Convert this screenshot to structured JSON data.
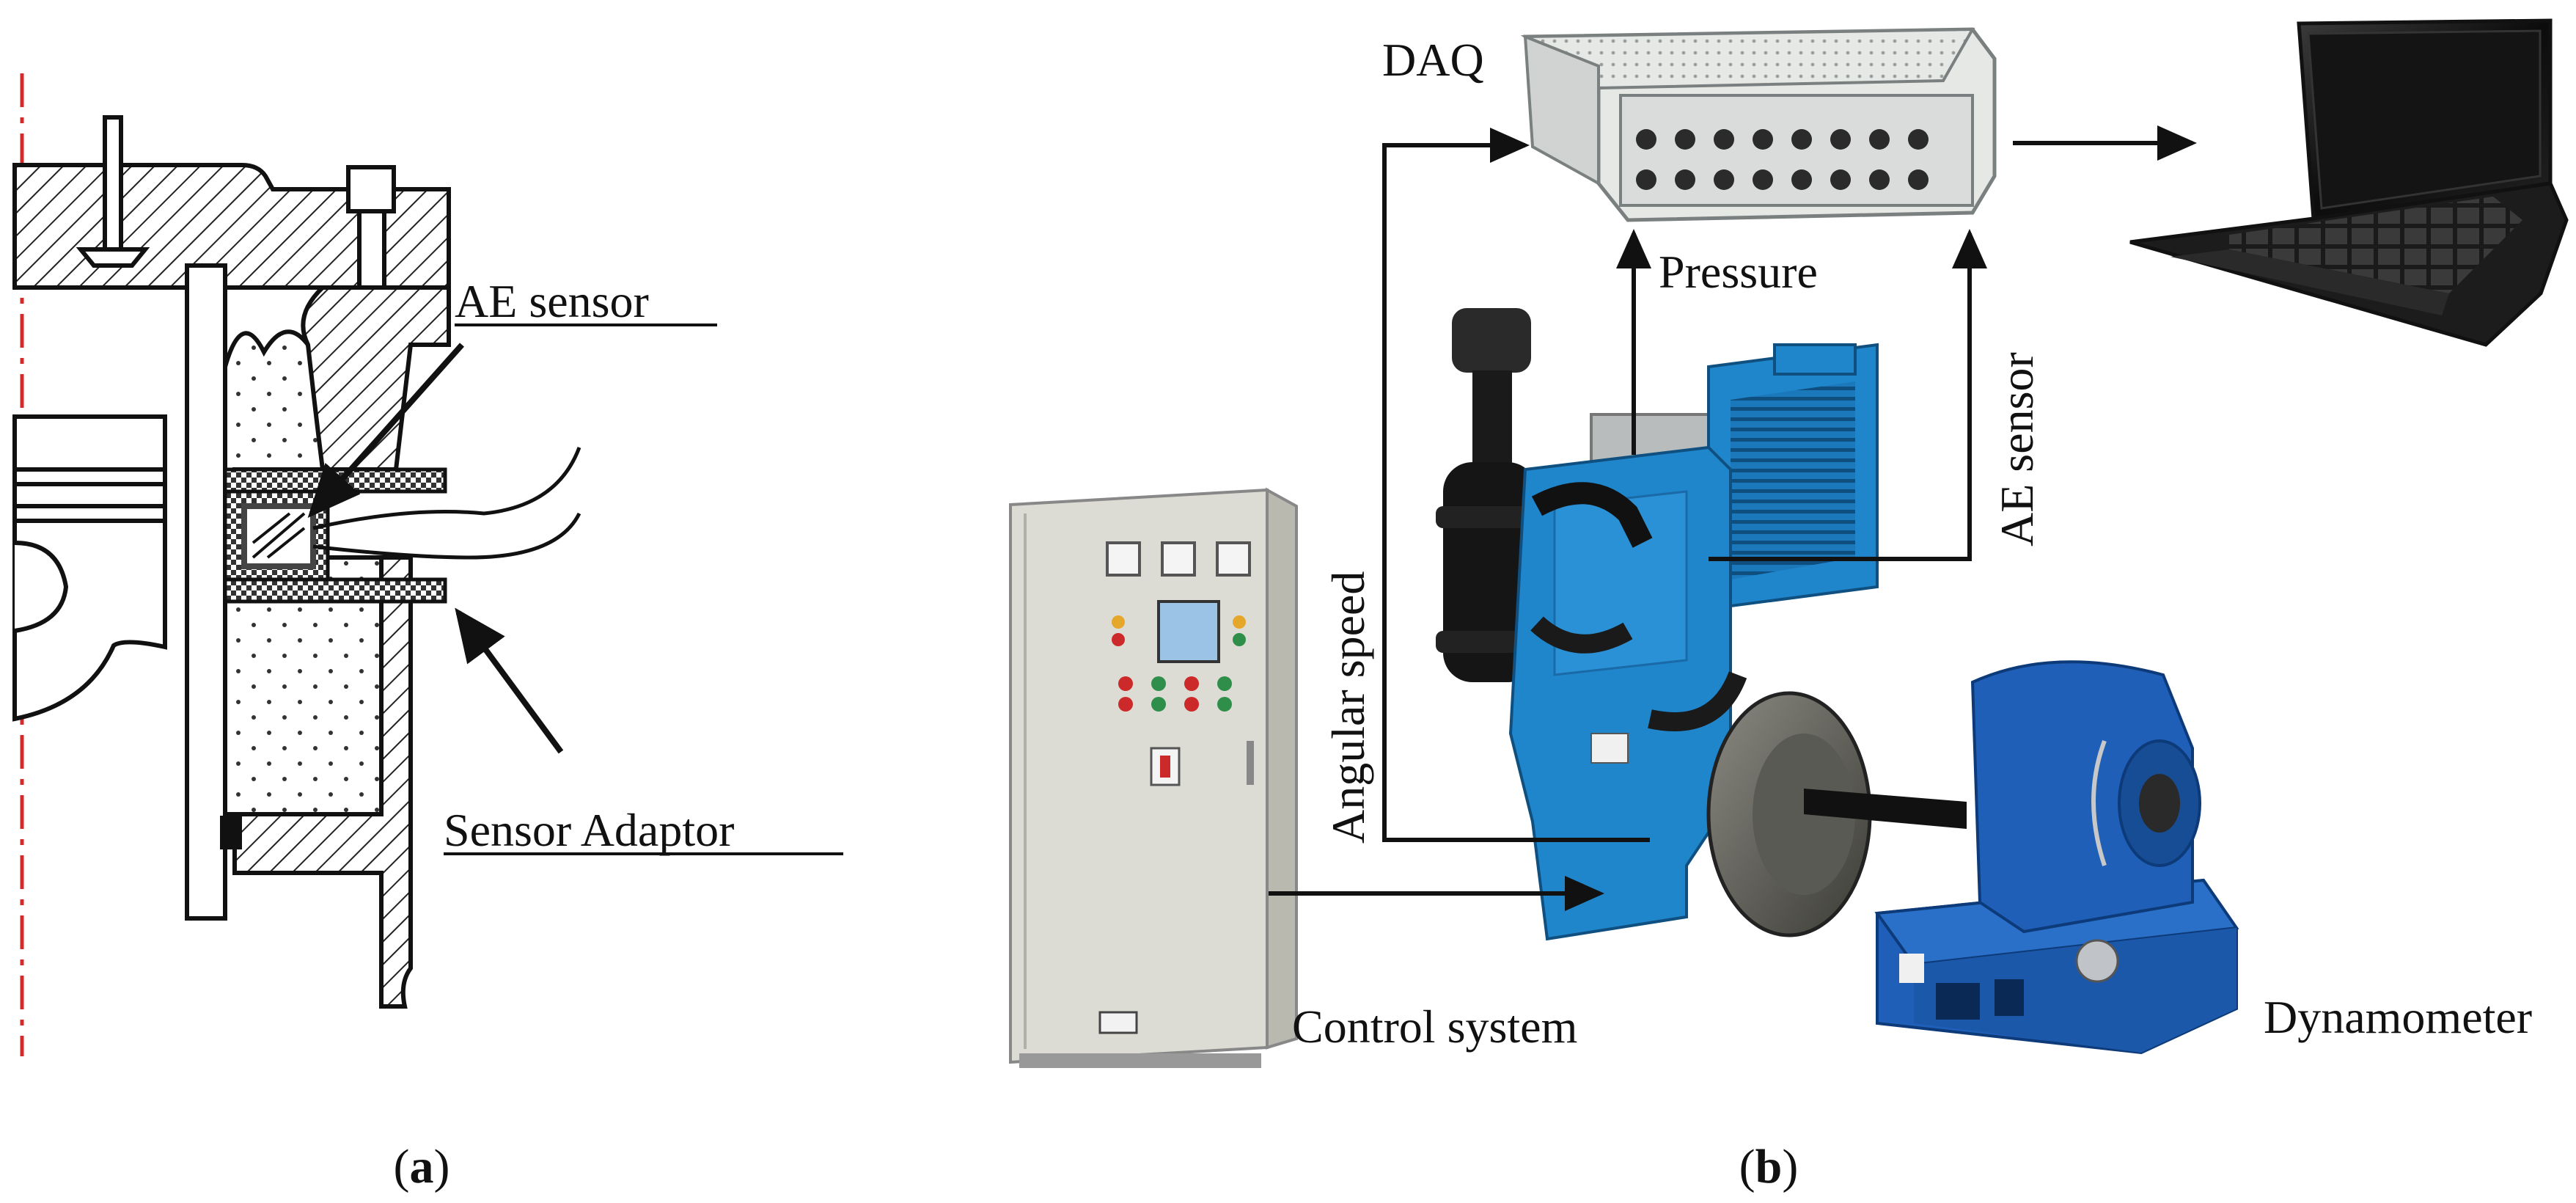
{
  "panel_a": {
    "caption_open": "(",
    "caption_letter": "a",
    "caption_close": ")",
    "labels": {
      "ae_sensor": "AE sensor",
      "sensor_adaptor": "Sensor Adaptor"
    }
  },
  "panel_b": {
    "caption_open": "(",
    "caption_letter": "b",
    "caption_close": ")",
    "labels": {
      "daq": "DAQ",
      "pressure": "Pressure",
      "ae_sensor": "AE sensor",
      "angular_speed": "Angular speed",
      "control_system": "Control system",
      "dynamometer": "Dynamometer"
    }
  },
  "colors": {
    "engine_blue": "#1f86cc",
    "dyno_blue": "#1f5fb8",
    "cabinet_grey": "#dcdcd4",
    "daq_grey": "#e6e8e6",
    "centerline_red": "#d42a2a",
    "ink": "#111111"
  }
}
